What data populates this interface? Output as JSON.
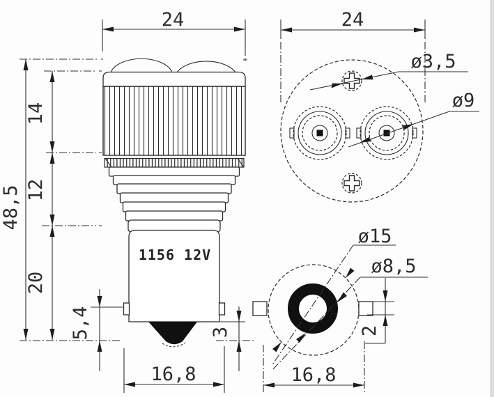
{
  "drawing_type": "technical-dimension-drawing",
  "product_marking": "1156 12V",
  "colors": {
    "line": "#2b2b2b",
    "background": "#fdfdfd",
    "contact_fill": "#101010",
    "edge_band": "#dcdcdc"
  },
  "side_view": {
    "marking": "1156 12V",
    "dims": {
      "width_top": "24",
      "overall_height": "48,5",
      "seg_14": "14",
      "seg_12": "12",
      "seg_20": "20",
      "pin_offset": "5,4",
      "tip_protrusion": "3",
      "base_width": "16,8"
    }
  },
  "top_view": {
    "dims": {
      "width": "24",
      "screw_diameter": "ø3,5",
      "lens_diameter": "ø9"
    }
  },
  "bottom_view": {
    "dims": {
      "barrel_diameter": "ø15",
      "ring_diameter": "ø8,5",
      "pin_width": "2",
      "base_width": "16,8"
    }
  }
}
